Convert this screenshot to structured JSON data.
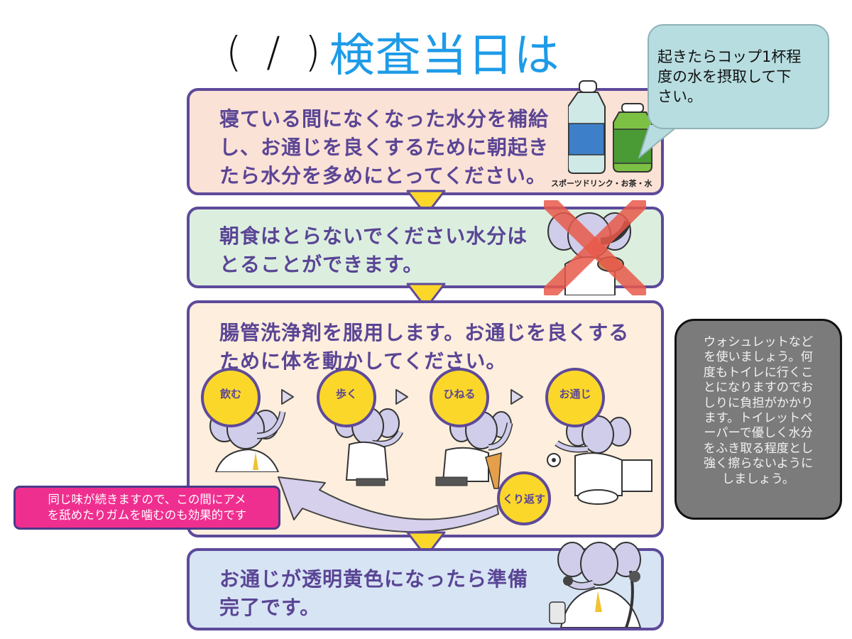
{
  "title": {
    "date_placeholder": "( / )",
    "heading": "検査当日は",
    "heading_color": "#1e9be8"
  },
  "callout": {
    "text_lines": [
      "起きたらコップ1杯程",
      "度の水を摂取して下",
      "さい。"
    ],
    "background": "#b7dde0"
  },
  "steps": [
    {
      "id": "hydrate",
      "text_lines": [
        "寝ている間になくなった水分を補給",
        "し、お通じを良くするために朝起き",
        "たら水分を多めにとってください。"
      ],
      "illustration": "bottles-icon",
      "illustration_caption": "スポーツドリンク・お茶・水",
      "background": "#fbe2d6"
    },
    {
      "id": "no-breakfast",
      "text_lines": [
        "朝食はとらないでください水分は",
        "とることができます。"
      ],
      "illustration": "elephant-eating-crossed-icon",
      "background": "#dcefdf"
    },
    {
      "id": "take-laxative",
      "text_lines": [
        "腸管洗浄剤を服用します。お通じを良くする",
        "ために体を動かしてください。"
      ],
      "cycle": [
        "飲む",
        "歩く",
        "ひねる",
        "お通じ"
      ],
      "repeat_label": "くり返す",
      "background": "#fdeedd"
    },
    {
      "id": "ready",
      "text_lines": [
        "お通じが透明黄色になったら準備",
        "完了です。"
      ],
      "illustration": "elephant-doctor-endoscope-icon",
      "background": "#d7e4f4"
    }
  ],
  "pink_note": {
    "text_lines": [
      "同じ味が続きますので、この間にアメ",
      "を舐めたりガムを噛むのも効果的です"
    ],
    "background": "#ef2f8f"
  },
  "gray_note": {
    "text_lines": [
      "ウォシュレットなど",
      "を使いましょう。何",
      "度もトイレに行くこ",
      "とになりますのでお",
      "しりに負担がかかり",
      "ます。トイレットペ",
      "ーパーで優しく水分",
      "をふき取る程度とし",
      "強く擦らないように",
      "しましょう。"
    ],
    "background": "#7b7b7b"
  },
  "colors": {
    "panel_border": "#5d4a9a",
    "panel_text": "#5a4595",
    "flow_arrow": "#fbd72a",
    "cross_mark": "#e8594a"
  }
}
